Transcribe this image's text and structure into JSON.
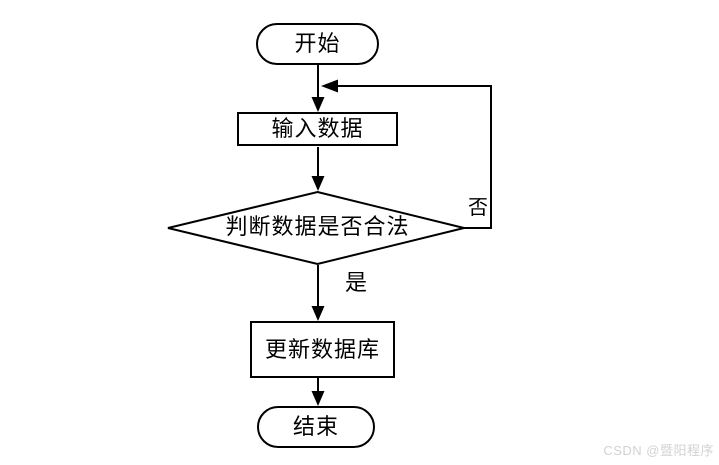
{
  "flowchart": {
    "nodes": [
      {
        "id": "start",
        "type": "terminator",
        "label": "开始"
      },
      {
        "id": "input",
        "type": "process",
        "label": "输入数据"
      },
      {
        "id": "decision",
        "type": "decision",
        "label": "判断数据是否合法"
      },
      {
        "id": "update",
        "type": "process",
        "label": "更新数据库"
      },
      {
        "id": "end",
        "type": "terminator",
        "label": "结束"
      }
    ],
    "edges": [
      {
        "from": "start",
        "to": "input",
        "label": ""
      },
      {
        "from": "input",
        "to": "decision",
        "label": ""
      },
      {
        "from": "decision",
        "to": "update",
        "label": "是"
      },
      {
        "from": "decision",
        "to": "input",
        "label": "否"
      },
      {
        "from": "update",
        "to": "end",
        "label": ""
      }
    ],
    "colors": {
      "stroke": "#000000",
      "fill": "#ffffff",
      "text": "#000000"
    }
  },
  "watermark": {
    "text": "CSDN @暨阳程序",
    "color": "#d2d2d2"
  }
}
